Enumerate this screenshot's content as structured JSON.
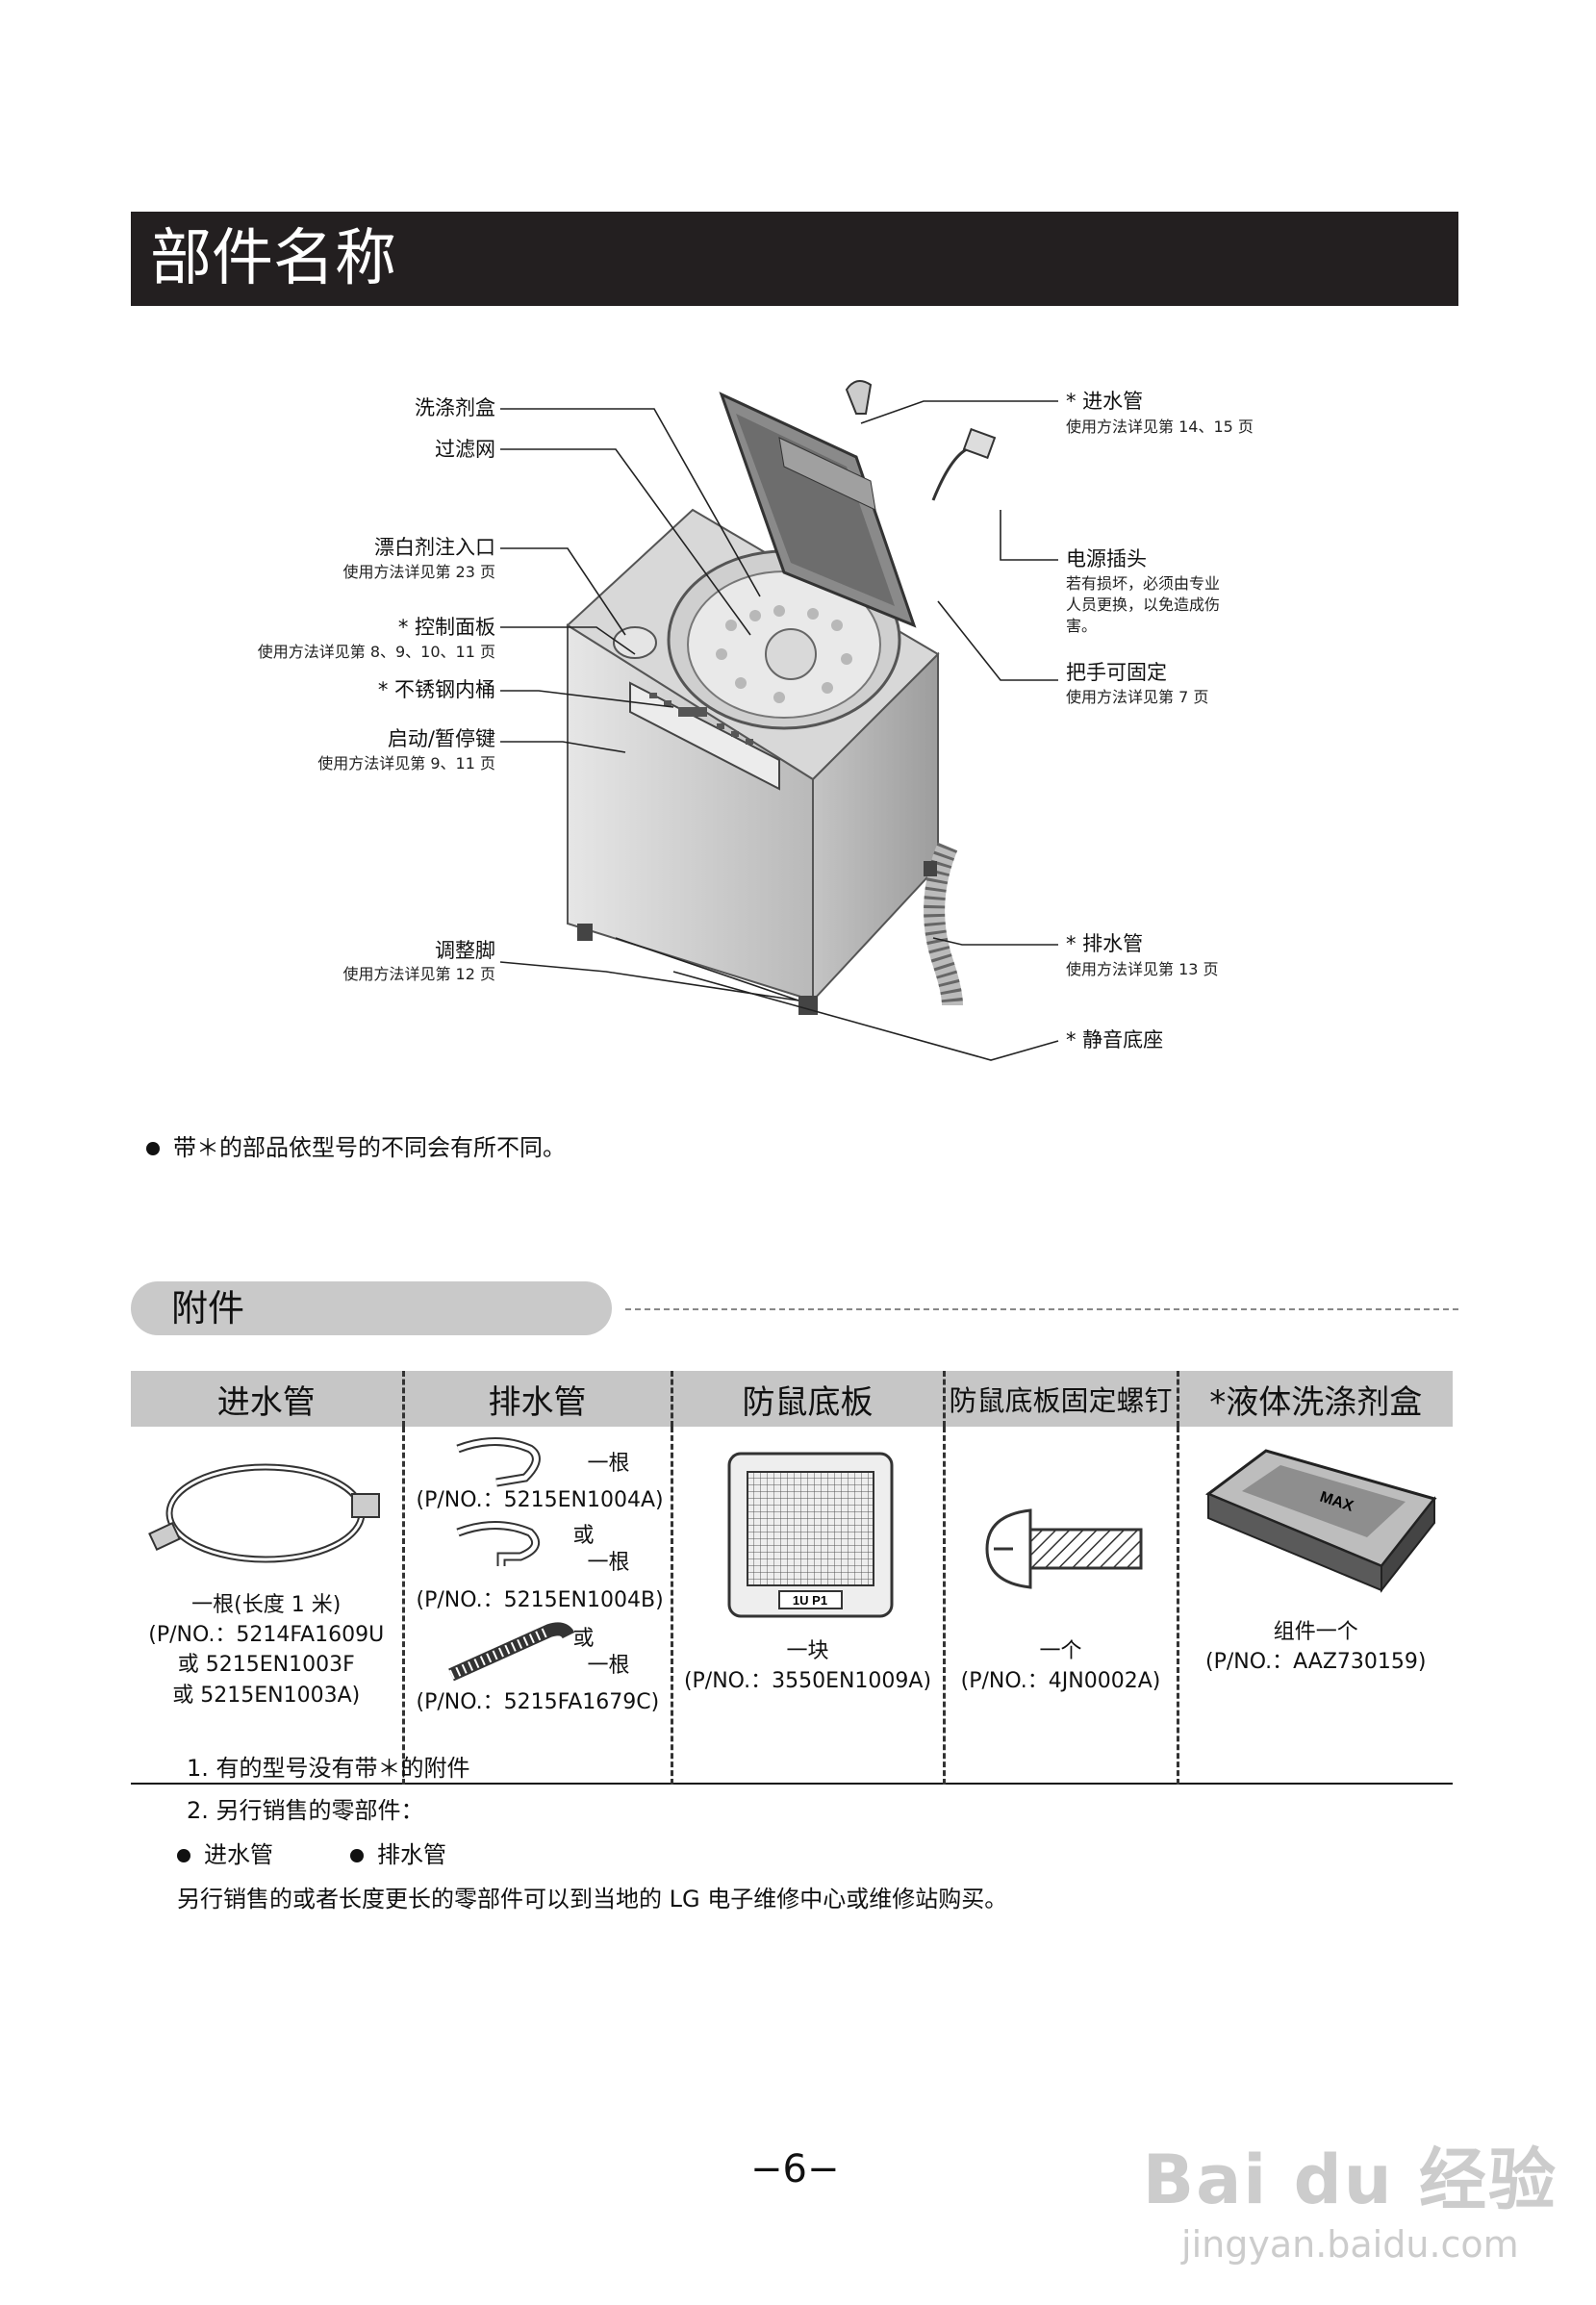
{
  "page_title": "部件名称",
  "parts": {
    "detergent_box": "洗涤剂盒",
    "filter": "过滤网",
    "bleach_inlet": "漂白剂注入口",
    "bleach_inlet_ref": "使用方法详见第 23 页",
    "control_panel": "* 控制面板",
    "control_panel_ref": "使用方法详见第 8、9、10、11 页",
    "drum": "* 不锈钢内桶",
    "start_key": "启动/暂停键",
    "start_key_ref": "使用方法详见第 9、11 页",
    "foot": "调整脚",
    "foot_ref": "使用方法详见第 12 页",
    "inlet_hose": "* 进水管",
    "inlet_hose_ref": "使用方法详见第 14、15 页",
    "plug": "电源插头",
    "plug_note_1": "若有损坏，必须由专业",
    "plug_note_2": "人员更换，以免造成伤",
    "plug_note_3": "害。",
    "handle": "把手可固定",
    "handle_ref": "使用方法详见第 7 页",
    "drain_hose": "* 排水管",
    "drain_hose_ref": "使用方法详见第 13 页",
    "base": "* 静音底座"
  },
  "asterisk_note": "带＊的部品依型号的不同会有所不同。",
  "accessories": {
    "section_title": "附件",
    "headers": [
      "进水管",
      "排水管",
      "防鼠底板",
      "防鼠底板固定螺钉",
      "*液体洗涤剂盒"
    ],
    "inlet": [
      "一根(长度 1 米)",
      "(P/NO.：5214FA1609U",
      "或 5215EN1003F",
      "或 5215EN1003A)"
    ],
    "drain": {
      "qty1": "一根",
      "pn1": "(P/NO.：5215EN1004A)",
      "or2": "或",
      "qty2": "一根",
      "pn2": "(P/NO.：5215EN1004B)",
      "or3": "或",
      "qty3": "一根",
      "pn3": "(P/NO.：5215FA1679C)"
    },
    "plate": {
      "qty": "一块",
      "pn": "(P/NO.：3550EN1009A)",
      "stamp": "1U P1"
    },
    "screw": {
      "qty": "一个",
      "pn": "(P/NO.：4JN0002A)"
    },
    "detergent": {
      "qty": "组件一个",
      "pn": "(P/NO.：AAZ730159)",
      "max": "MAX"
    }
  },
  "footnotes": {
    "n1": "1. 有的型号没有带＊的附件",
    "n2": "2. 另行销售的零部件：",
    "item1": "进水管",
    "item2": "排水管",
    "n3": "另行销售的或者长度更长的零部件可以到当地的 LG 电子维修中心或维修站购买。"
  },
  "page_number": "−6−",
  "watermark": {
    "brand": "Bai du 经验",
    "url": "jingyan.baidu.com"
  }
}
